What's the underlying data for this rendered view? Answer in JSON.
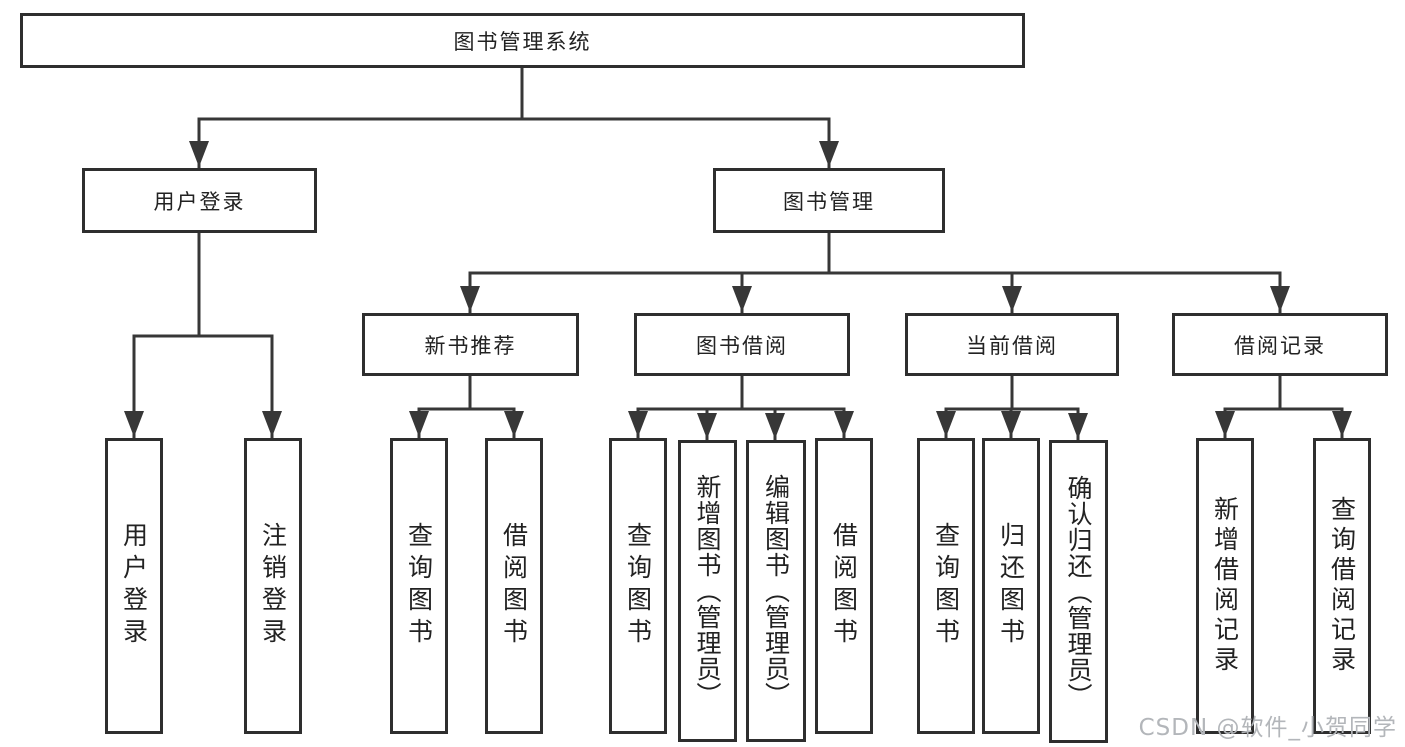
{
  "diagram": {
    "title": "图书管理系统",
    "type": "hierarchy-tree",
    "nodes": {
      "root": "图书管理系统",
      "user_login": "用户登录",
      "book_management": "图书管理",
      "user_login_leaf": "用户登录",
      "logout_leaf": "注销登录",
      "new_book_recommend": "新书推荐",
      "book_borrow": "图书借阅",
      "current_borrow": "当前借阅",
      "borrow_records": "借阅记录",
      "query_books_a": "查询图书",
      "borrow_books_a": "借阅图书",
      "query_books_b": "查询图书",
      "add_books_admin": "新增图书（管理员）",
      "edit_books_admin": "编辑图书（管理员）",
      "borrow_books_b": "借阅图书",
      "query_books_c": "查询图书",
      "return_books": "归还图书",
      "confirm_return_admin": "确认归还（管理员）",
      "add_borrow_record": "新增借阅记录",
      "query_borrow_record": "查询借阅记录"
    },
    "hierarchy": {
      "图书管理系统": {
        "用户登录": [
          "用户登录",
          "注销登录"
        ],
        "图书管理": {
          "新书推荐": [
            "查询图书",
            "借阅图书"
          ],
          "图书借阅": [
            "查询图书",
            "新增图书（管理员）",
            "编辑图书（管理员）",
            "借阅图书"
          ],
          "当前借阅": [
            "查询图书",
            "归还图书",
            "确认归还（管理员）"
          ],
          "借阅记录": [
            "新增借阅记录",
            "查询借阅记录"
          ]
        }
      }
    }
  },
  "watermark": {
    "text": "CSDN @软件_小贺同学"
  },
  "colors": {
    "line": "#373737",
    "box_border": "#2e2e2e",
    "text": "#222222",
    "background": "#ffffff",
    "watermark": "#b3b6ba"
  }
}
